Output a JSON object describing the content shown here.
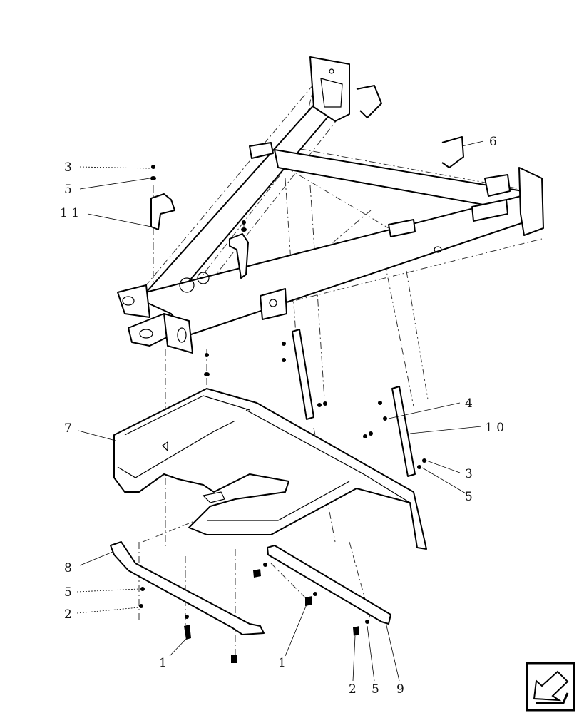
{
  "callouts": [
    {
      "id": "c1",
      "label": "3"
    },
    {
      "id": "c2",
      "label": "5"
    },
    {
      "id": "c3",
      "label": "1 1"
    },
    {
      "id": "c4",
      "label": "6"
    },
    {
      "id": "c5",
      "label": "4"
    },
    {
      "id": "c6",
      "label": "1 0"
    },
    {
      "id": "c7",
      "label": "7"
    },
    {
      "id": "c8",
      "label": "3"
    },
    {
      "id": "c9",
      "label": "5"
    },
    {
      "id": "c10",
      "label": "8"
    },
    {
      "id": "c11",
      "label": "5"
    },
    {
      "id": "c12",
      "label": "2"
    },
    {
      "id": "c13",
      "label": "1"
    },
    {
      "id": "c14",
      "label": "1"
    },
    {
      "id": "c15",
      "label": "2"
    },
    {
      "id": "c16",
      "label": "5"
    },
    {
      "id": "c17",
      "label": "9"
    }
  ],
  "nav_icon": "previous-page-arrow-icon"
}
